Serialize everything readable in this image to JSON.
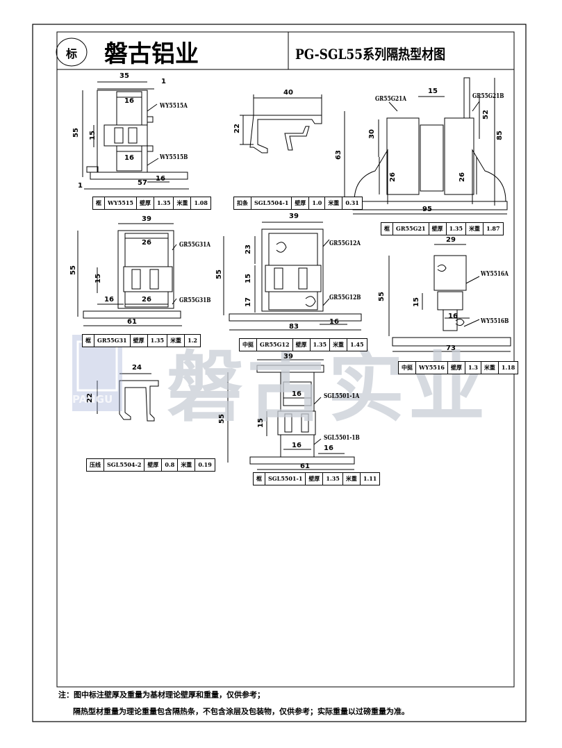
{
  "header": {
    "badge": "标",
    "company": "磐古铝业",
    "drawing_title": "PG-SGL55系列隔热型材图"
  },
  "watermark": {
    "text": "磐古实业",
    "logo_text": "PANGU"
  },
  "profiles": {
    "wy5515": {
      "label_a": "WY5515A",
      "label_b": "WY5515B",
      "dims": [
        "35",
        "1",
        "16",
        "55",
        "15",
        "16",
        "1",
        "57",
        "16"
      ]
    },
    "sgl5504_1": {
      "dims": [
        "40",
        "22"
      ]
    },
    "gr55g21": {
      "label_a": "GR55G21A",
      "label_b": "GR55G21B",
      "dims": [
        "15",
        "52",
        "85",
        "30",
        "63",
        "26",
        "26",
        "95"
      ]
    },
    "gr55g31": {
      "label_a": "GR55G31A",
      "label_b": "GR55G31B",
      "dims": [
        "39",
        "26",
        "55",
        "15",
        "16",
        "26",
        "61"
      ]
    },
    "gr55g12": {
      "label_a": "GR55G12A",
      "label_b": "GR55G12B",
      "dims": [
        "39",
        "23",
        "55",
        "15",
        "17",
        "83",
        "16"
      ]
    },
    "wy5516": {
      "label_a": "WY5516A",
      "label_b": "WY5516B",
      "dims": [
        "29",
        "55",
        "15",
        "16",
        "73"
      ]
    },
    "sgl5504_2": {
      "dims": [
        "24",
        "22"
      ]
    },
    "sgl5501": {
      "label_a": "SGL5501-1A",
      "label_b": "SGL5501-1B",
      "dims": [
        "39",
        "16",
        "55",
        "15",
        "16",
        "16",
        "61"
      ]
    }
  },
  "specs": {
    "wy5515": [
      "框",
      "WY5515",
      "壁厚",
      "1.35",
      "米重",
      "1.08"
    ],
    "sgl5504_1": [
      "扣条",
      "SGL5504-1",
      "壁厚",
      "1.0",
      "米重",
      "0.31"
    ],
    "gr55g21": [
      "框",
      "GR55G21",
      "壁厚",
      "1.35",
      "米重",
      "1.87"
    ],
    "gr55g31": [
      "框",
      "GR55G31",
      "壁厚",
      "1.35",
      "米重",
      "1.2"
    ],
    "gr55g12": [
      "中挺",
      "GR55G12",
      "壁厚",
      "1.35",
      "米重",
      "1.45"
    ],
    "wy5516": [
      "中挺",
      "WY5516",
      "壁厚",
      "1.3",
      "米重",
      "1.18"
    ],
    "sgl5504_2": [
      "压线",
      "SGL5504-2",
      "壁厚",
      "0.8",
      "米重",
      "0.19"
    ],
    "sgl5501": [
      "框",
      "SGL5501-1",
      "壁厚",
      "1.35",
      "米重",
      "1.11"
    ]
  },
  "footnote": {
    "line1": "注：图中标注壁厚及重量为基材理论壁厚和重量，仅供参考；",
    "line2": "隔热型材重量为理论重量包含隔热条，不包含涂层及包装物，仅供参考；实际重量以过磅重量为准。"
  }
}
